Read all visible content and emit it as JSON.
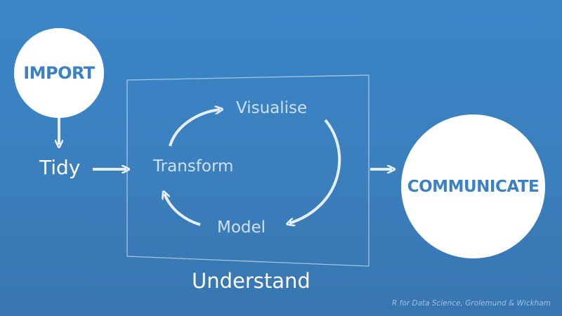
{
  "nodes": {
    "import": "IMPORT",
    "tidy": "Tidy",
    "visualise": "Visualise",
    "transform": "Transform",
    "model": "Model",
    "understand": "Understand",
    "communicate": "COMMUNICATE"
  },
  "credit": "R for Data Science, Grolemund & Wickham",
  "colors": {
    "background": "#3a86c8",
    "circle_fill": "#ffffff",
    "circle_text": "#3a82c4",
    "inner_text": "#cfe0f0",
    "arrow": "#e4eef8",
    "box_border": "#b8d0e8"
  }
}
